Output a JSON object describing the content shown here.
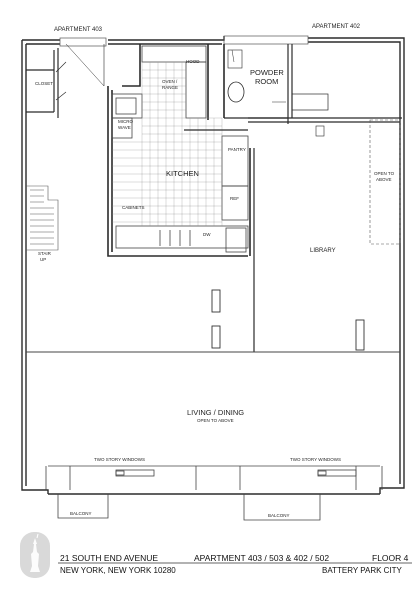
{
  "units": {
    "apt_403": "APARTMENT 403",
    "apt_402": "APARTMENT 402"
  },
  "rooms": {
    "closet": "CLOSET",
    "hood": "HOOD",
    "oven_range_1": "OVEN /",
    "oven_range_2": "RANGE",
    "powder_room_1": "POWDER",
    "powder_room_2": "ROOM",
    "micro_wave_1": "MICRO",
    "micro_wave_2": "WAVE",
    "pantry": "PANTRY",
    "kitchen": "KITCHEN",
    "open_above_right_1": "OPEN TO",
    "open_above_right_2": "ABOVE",
    "cabinets": "CABINETS",
    "refrigerator": "REF",
    "dishwasher": "DW",
    "stair_up_1": "STAIR",
    "stair_up_2": "UP",
    "library": "LIBRARY",
    "living_dining": "LIVING / DINING",
    "open_above_center": "OPEN TO ABOVE",
    "two_story_windows_left": "TWO STORY WINDOWS",
    "two_story_windows_right": "TWO STORY WINDOWS",
    "balcony_left": "BALCONY",
    "balcony_right": "BALCONY"
  },
  "footer": {
    "address_line1": "21 SOUTH END AVENUE",
    "address_line2": "NEW YORK, NEW YORK 10280",
    "apartment": "APARTMENT 403 / 503 & 402 / 502",
    "floor": "FLOOR 4",
    "district": "BATTERY PARK CITY"
  },
  "colors": {
    "wall": "#2b2b2b",
    "stroke": "#3a3a3a",
    "light": "#9a9a9a",
    "paper": "#ffffff",
    "emblem": "#d9d9d9"
  }
}
